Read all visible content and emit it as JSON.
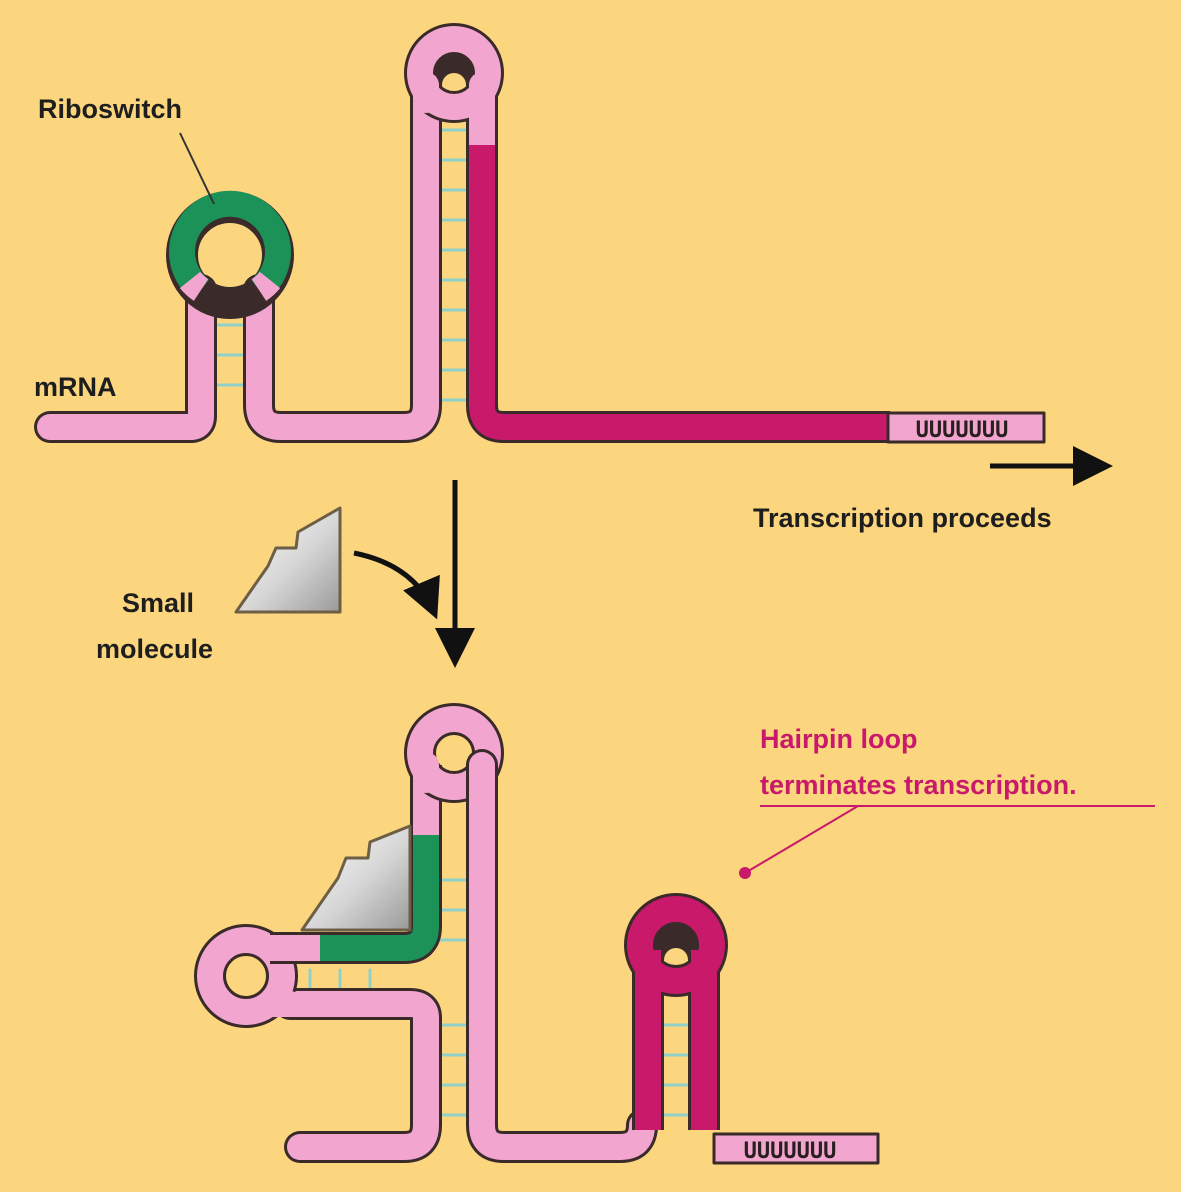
{
  "labels": {
    "riboswitch": "Riboswitch",
    "mrna": "mRNA",
    "transcription_proceeds": "Transcription proceeds",
    "small_molecule_line1": "Small",
    "small_molecule_line2": "molecule",
    "hairpin_line1": "Hairpin loop",
    "hairpin_line2": "terminates transcription.",
    "uracil_run_top": "UUUUUUU",
    "uracil_run_bottom": "UUUUUUU"
  },
  "colors": {
    "background": "#fcd67e",
    "rna_pink": "#f2a6cf",
    "riboswitch_green": "#1c9158",
    "terminator_magenta": "#c8196a",
    "base_pair_teal": "#8fd1c8",
    "outline": "#3b2a2a",
    "callout_magenta": "#c8196a"
  }
}
